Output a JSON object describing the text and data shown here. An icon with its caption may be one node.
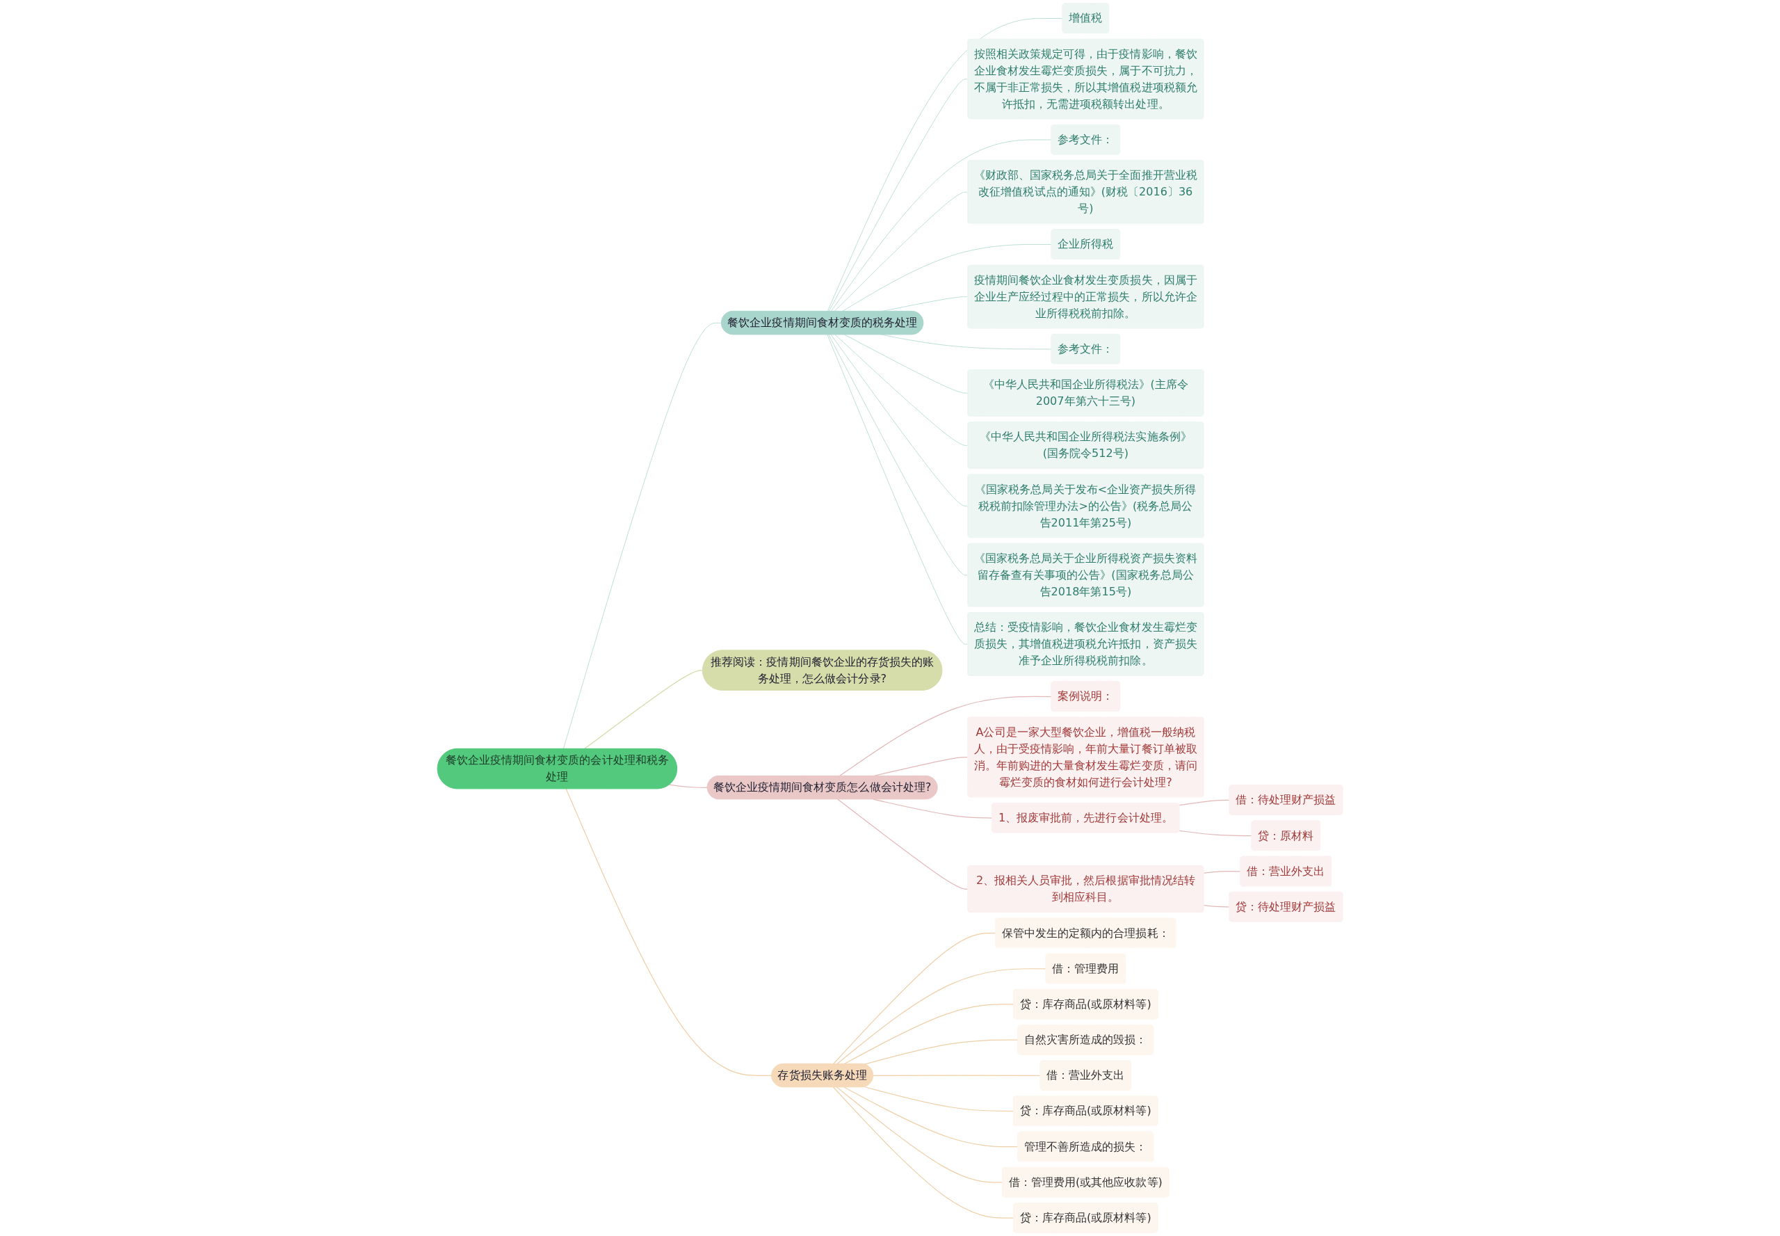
{
  "diagram": {
    "nodes": [
      {
        "text": [
          "餐饮企业疫情期间食材变质的会计处理和税务处理"
        ]
      },
      {
        "text": [
          "餐饮企业疫情期间食材变质的税务处理"
        ]
      },
      {
        "text": [
          "增值税"
        ]
      },
      {
        "text": [
          "按照相关政策规定可得，由于疫情影响，餐饮企业食材发生霉烂变质损失，属于不可抗力，不属于非正常损失，所以其增值税进项税额允许抵扣，无需进项税额转出处理。"
        ]
      },
      {
        "text": [
          "参考文件："
        ]
      },
      {
        "text": [
          "《财政部、国家税务总局关于全面推开营业税改征增值税试点的通知》(财税〔2016〕36号)"
        ]
      },
      {
        "text": [
          "企业所得税"
        ]
      },
      {
        "text": [
          "疫情期间餐饮企业食材发生变质损失，因属于企业生产应经过程中的正常损失，所以允许企业所得税税前扣除。"
        ]
      },
      {
        "text": [
          "参考文件："
        ]
      },
      {
        "text": [
          "《中华人民共和国企业所得税法》(主席令2007年第六十三号)"
        ]
      },
      {
        "text": [
          "《中华人民共和国企业所得税法实施条例》(国务院令512号)"
        ]
      },
      {
        "text": [
          "《国家税务总局关于发布<企业资产损失所得税税前扣除管理办法>的公告》(税务总局公告2011年第25号)"
        ]
      },
      {
        "text": [
          "《国家税务总局关于企业所得税资产损失资料留存备查有关事项的公告》(国家税务总局公告2018年第15号)"
        ]
      },
      {
        "text": [
          "总结：受疫情影响，餐饮企业食材发生霉烂变质损失，其增值税进项税允许抵扣，资产损失准予企业所得税税前扣除。"
        ]
      },
      {
        "text": [
          "推荐阅读：疫情期间餐饮企业的存货损失的账务处理，怎么做会计分录?"
        ]
      },
      {
        "text": [
          "餐饮企业疫情期间食材变质怎么做会计处理?"
        ]
      },
      {
        "text": [
          "案例说明："
        ]
      },
      {
        "text": [
          "A公司是一家大型餐饮企业，增值税一般纳税人，由于受疫情影响，年前大量订餐订单被取消。年前购进的大量食材发生霉烂变质，请问霉烂变质的食材如何进行会计处理?"
        ]
      },
      {
        "text": [
          "1、报废审批前，先进行会计处理。"
        ]
      },
      {
        "text": [
          "借：待处理财产损益"
        ]
      },
      {
        "text": [
          "贷：原材料"
        ]
      },
      {
        "text": [
          "2、报相关人员审批，然后根据审批情况结转到相应科目。"
        ]
      },
      {
        "text": [
          "借：营业外支出"
        ]
      },
      {
        "text": [
          "贷：待处理财产损益"
        ]
      },
      {
        "text": [
          "存货损失账务处理"
        ]
      },
      {
        "text": [
          "保管中发生的定额内的合理损耗："
        ]
      },
      {
        "text": [
          "借：管理费用"
        ]
      },
      {
        "text": [
          "贷：库存商品(或原材料等)"
        ]
      },
      {
        "text": [
          "自然灾害所造成的毁损："
        ]
      },
      {
        "text": [
          "借：营业外支出"
        ]
      },
      {
        "text": [
          "贷：库存商品(或原材料等)"
        ]
      },
      {
        "text": [
          "管理不善所造成的损失："
        ]
      },
      {
        "text": [
          "借：管理费用(或其他应收款等)"
        ]
      },
      {
        "text": [
          "贷：库存商品(或原材料等)"
        ]
      }
    ],
    "edges": [
      {
        "from": 0,
        "to": 1,
        "arrow": "none"
      },
      {
        "from": 1,
        "to": 2,
        "arrow": "none"
      },
      {
        "from": 1,
        "to": 3,
        "arrow": "none"
      },
      {
        "from": 1,
        "to": 4,
        "arrow": "none"
      },
      {
        "from": 1,
        "to": 5,
        "arrow": "none"
      },
      {
        "from": 1,
        "to": 6,
        "arrow": "none"
      },
      {
        "from": 1,
        "to": 7,
        "arrow": "none"
      },
      {
        "from": 1,
        "to": 8,
        "arrow": "none"
      },
      {
        "from": 1,
        "to": 9,
        "arrow": "none"
      },
      {
        "from": 1,
        "to": 10,
        "arrow": "none"
      },
      {
        "from": 1,
        "to": 11,
        "arrow": "none"
      },
      {
        "from": 1,
        "to": 12,
        "arrow": "none"
      },
      {
        "from": 1,
        "to": 13,
        "arrow": "none"
      },
      {
        "from": 0,
        "to": 14,
        "arrow": "none",
        "color": "#d3d9a6"
      },
      {
        "from": 0,
        "to": 15,
        "arrow": "none",
        "color": "#e3b7b7"
      },
      {
        "from": 15,
        "to": 16,
        "arrow": "none",
        "color": "#e3b7b7"
      },
      {
        "from": 15,
        "to": 17,
        "arrow": "none",
        "color": "#e3b7b7"
      },
      {
        "from": 15,
        "to": 18,
        "arrow": "none",
        "color": "#e3b7b7"
      },
      {
        "from": 18,
        "to": 19,
        "arrow": "none",
        "color": "#e3b7b7"
      },
      {
        "from": 18,
        "to": 20,
        "arrow": "none",
        "color": "#e3b7b7"
      },
      {
        "from": 15,
        "to": 21,
        "arrow": "none",
        "color": "#e3b7b7"
      },
      {
        "from": 21,
        "to": 22,
        "arrow": "none",
        "color": "#e3b7b7"
      },
      {
        "from": 21,
        "to": 23,
        "arrow": "none",
        "color": "#e3b7b7"
      },
      {
        "from": 0,
        "to": 24,
        "arrow": "none",
        "color": "#efcfa8"
      },
      {
        "from": 24,
        "to": 25,
        "arrow": "none",
        "color": "#efcfa8"
      },
      {
        "from": 24,
        "to": 26,
        "arrow": "none",
        "color": "#efcfa8"
      },
      {
        "from": 24,
        "to": 27,
        "arrow": "none",
        "color": "#efcfa8"
      },
      {
        "from": 24,
        "to": 28,
        "arrow": "none",
        "color": "#efcfa8"
      },
      {
        "from": 24,
        "to": 29,
        "arrow": "none",
        "color": "#efcfa8"
      },
      {
        "from": 24,
        "to": 30,
        "arrow": "none",
        "color": "#efcfa8"
      },
      {
        "from": 24,
        "to": 31,
        "arrow": "none",
        "color": "#efcfa8"
      },
      {
        "from": 24,
        "to": 32,
        "arrow": "none",
        "color": "#efcfa8"
      },
      {
        "from": 24,
        "to": 33,
        "arrow": "none",
        "color": "#efcfa8"
      }
    ]
  }
}
